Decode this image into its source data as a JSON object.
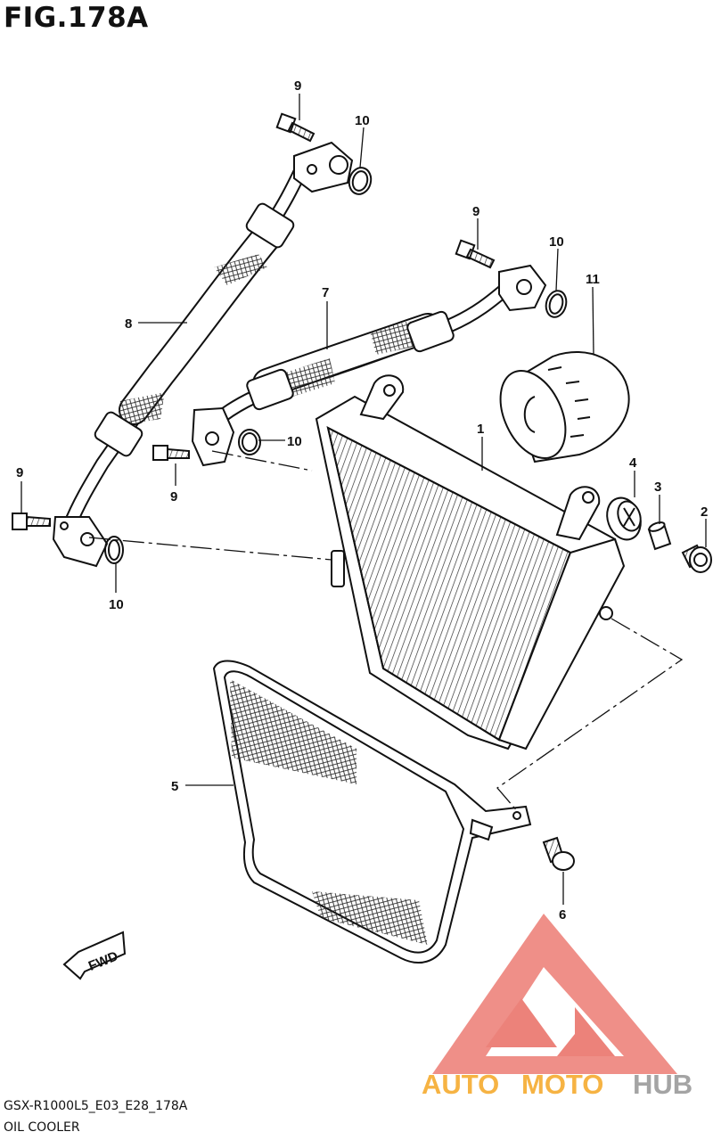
{
  "figure": {
    "title": "FIG.178A"
  },
  "footer": {
    "model_code": "GSX-R1000L5_E03_E28_178A",
    "section": "OIL COOLER"
  },
  "part_callouts": [
    "9",
    "10",
    "9",
    "10",
    "7",
    "11",
    "8",
    "1",
    "10",
    "9",
    "9",
    "4",
    "3",
    "2",
    "10",
    "5",
    "6"
  ],
  "direction_marker": "FWD",
  "watermark": {
    "part1": "AUTO",
    "part2": "MOTO",
    "part3": "HUB",
    "colors": {
      "logo_red": "#e8645a",
      "text_orange": "#f5a623",
      "text_gray": "#9b9b9b"
    }
  }
}
